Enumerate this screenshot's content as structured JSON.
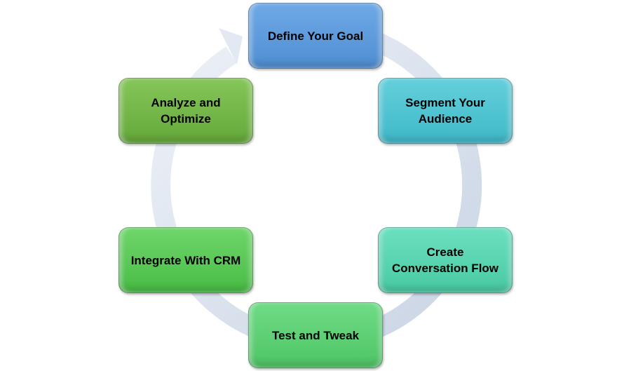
{
  "diagram": {
    "type": "cycle",
    "steps": [
      {
        "label": "Define Your Goal",
        "color": "#5b9bd5"
      },
      {
        "label": "Segment Your Audience",
        "color": "#4bc0cf"
      },
      {
        "label": "Create Conversation Flow",
        "color": "#55d2ae"
      },
      {
        "label": "Test and Tweak",
        "color": "#5ccf73"
      },
      {
        "label": "Integrate With CRM",
        "color": "#56c952"
      },
      {
        "label": "Analyze and Optimize",
        "color": "#72b548"
      }
    ],
    "ring_color": "#d6dfeb"
  }
}
